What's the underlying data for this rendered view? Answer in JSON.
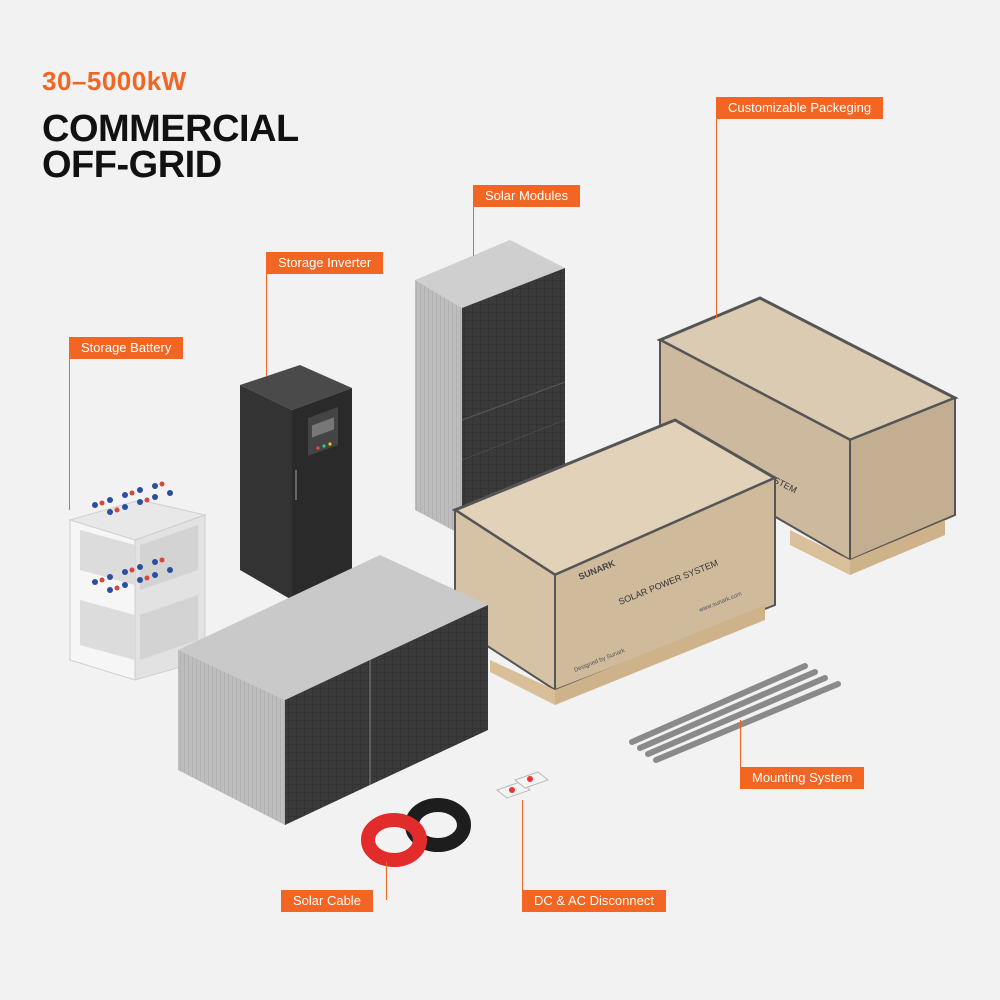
{
  "headline": {
    "capacity": "30–5000kW",
    "line1": "COMMERCIAL",
    "line2": "OFF-GRID"
  },
  "labels": {
    "packaging": "Customizable Packeging",
    "modules": "Solar Modules",
    "inverter": "Storage Inverter",
    "battery": "Storage Battery",
    "mounting": "Mounting System",
    "cable": "Solar Cable",
    "disconnect": "DC & AC Disconnect"
  },
  "crate_text": {
    "brand": "SUNARK",
    "system": "SOLAR POWER SYSTEM",
    "website": "www.sunark.com",
    "designed": "Designed by Sunark"
  },
  "colors": {
    "accent": "#f26522",
    "background": "#f2f2f2",
    "wood": "#d8c6ac"
  }
}
